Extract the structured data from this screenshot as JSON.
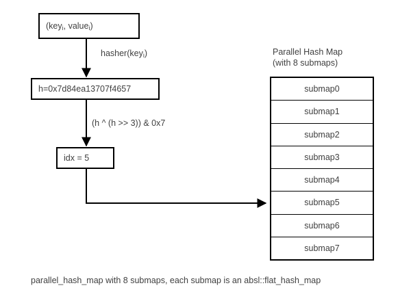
{
  "diagram": {
    "nodes": {
      "input": {
        "label_prefix": "(key",
        "label_sub": "i",
        "label_mid": ", value",
        "label_sub2": "i",
        "label_suffix": ")",
        "full_text": "(keyi, valuei)"
      },
      "hash": {
        "text": "h=0x7d84ea13707f4657"
      },
      "index": {
        "text": "idx = 5"
      }
    },
    "edge_labels": {
      "hasher": "hasher(keyi)",
      "hasher_prefix": "hasher(key",
      "hasher_sub": "i",
      "hasher_suffix": ")",
      "mask": "(h ^ (h >> 3)) & 0x7"
    },
    "hash_map": {
      "title_line1": "Parallel Hash Map",
      "title_line2": "(with 8 submaps)",
      "submaps": [
        "submap0",
        "submap1",
        "submap2",
        "submap3",
        "submap4",
        "submap5",
        "submap6",
        "submap7"
      ],
      "highlighted_index": 5
    },
    "caption": "parallel_hash_map with 8 submaps, each submap is an absl::flat_hash_map",
    "colors": {
      "stroke": "#000000",
      "text": "#404040",
      "background": "#ffffff"
    }
  }
}
